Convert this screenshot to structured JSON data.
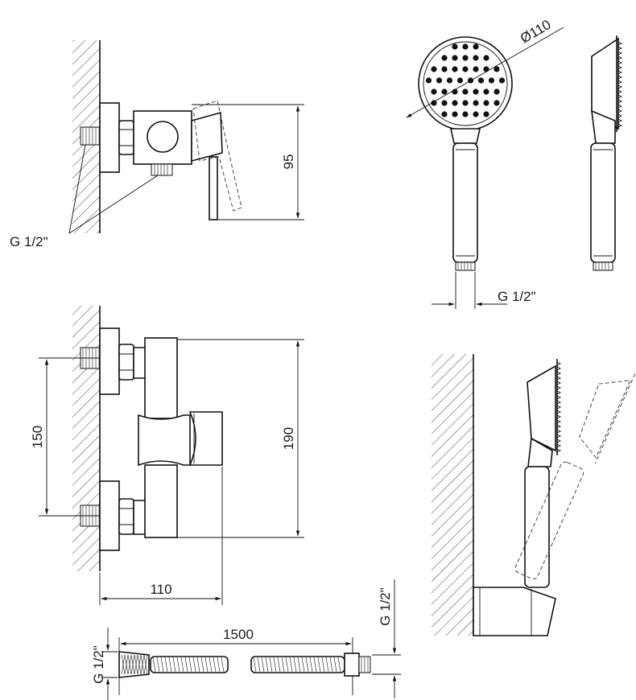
{
  "drawing": {
    "thread_label": "G 1/2\"",
    "dim_mixer_height_side": "95",
    "dim_mixer_depth": "110",
    "dim_mixer_height_front": "190",
    "dim_inlet_spacing": "150",
    "dim_head_diameter": "Ø110",
    "dim_hose_length": "1500",
    "thread_label_shower": "G 1/2\"",
    "thread_label_hose_left": "G 1/2\"",
    "thread_label_hose_right": "G 1/2\""
  },
  "colors": {
    "line": "#111111",
    "background": "#ffffff"
  }
}
